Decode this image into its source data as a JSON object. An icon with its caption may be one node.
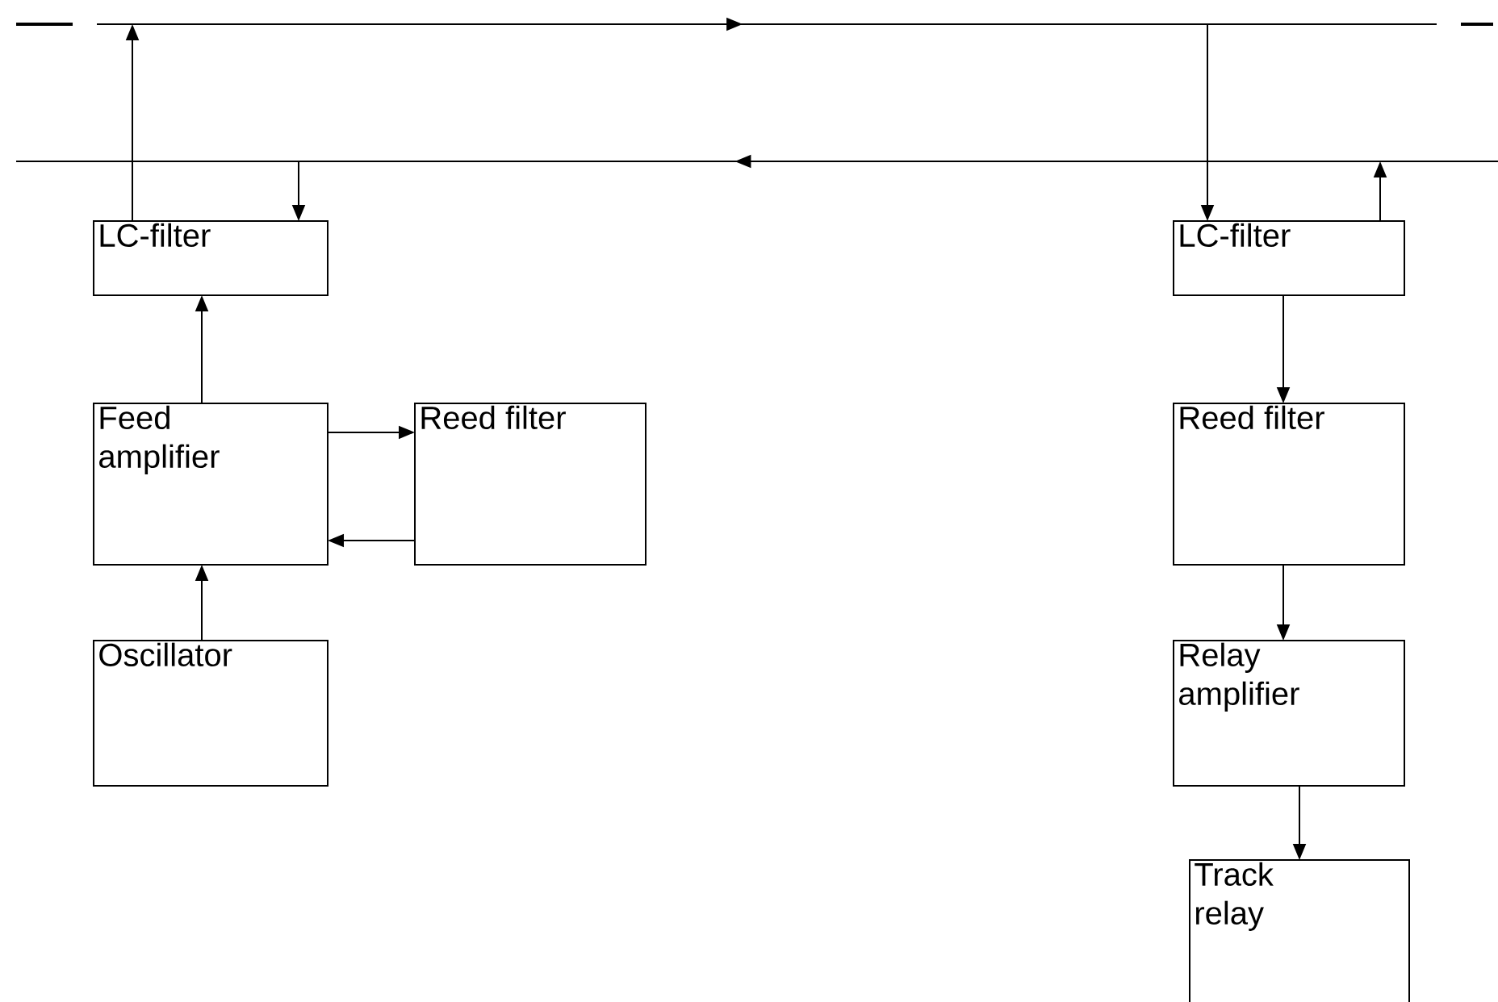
{
  "diagram": {
    "nodes": [
      {
        "text": [
          "LC-filter"
        ]
      },
      {
        "text": [
          "Feed amplifier"
        ]
      },
      {
        "text": [
          "Reed filter"
        ]
      },
      {
        "text": [
          "Oscillator"
        ]
      },
      {
        "text": [
          "LC-filter"
        ]
      },
      {
        "text": [
          "Reed filter"
        ]
      },
      {
        "text": [
          "Relay amplifier"
        ]
      },
      {
        "text": [
          "Track relay"
        ]
      }
    ],
    "edges": [
      {
        "from": 0,
        "to": null,
        "arrow": "to"
      },
      {
        "from": null,
        "to": 0,
        "arrow": "to"
      },
      {
        "from": null,
        "to": 4,
        "arrow": "to"
      },
      {
        "from": 4,
        "to": null,
        "arrow": "to"
      },
      {
        "from": 1,
        "to": 0,
        "arrow": "to"
      },
      {
        "from": 3,
        "to": 1,
        "arrow": "to"
      },
      {
        "from": 1,
        "to": 2,
        "arrow": "to"
      },
      {
        "from": 2,
        "to": 1,
        "arrow": "to"
      },
      {
        "from": 4,
        "to": 5,
        "arrow": "to"
      },
      {
        "from": 5,
        "to": 6,
        "arrow": "to"
      },
      {
        "from": 6,
        "to": 7,
        "arrow": "to"
      }
    ]
  }
}
